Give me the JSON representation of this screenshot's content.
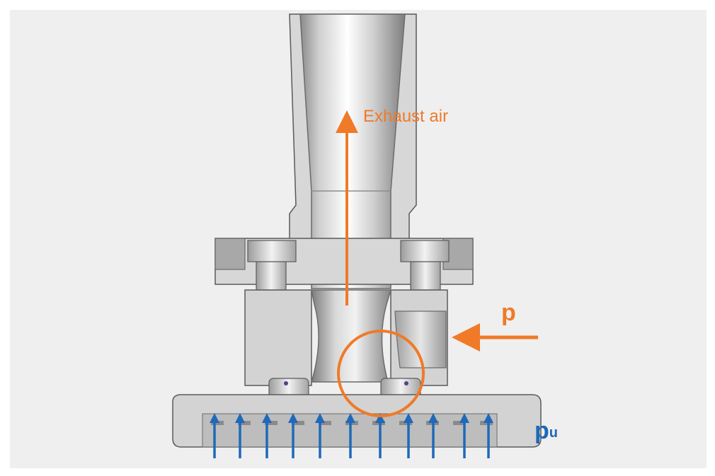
{
  "labels": {
    "exhaust": "Exhaust air",
    "pressure": "p",
    "underpressure_base": "p",
    "underpressure_sub": "u"
  },
  "colors": {
    "background": "#ffffff",
    "panel": "#efefef",
    "exhaust_accent": "#f07a28",
    "vacuum_arrows": "#1f69b8",
    "pu_label": "#1f69b8",
    "metal": "#c7c7c7",
    "body": "#d3d3d3"
  }
}
